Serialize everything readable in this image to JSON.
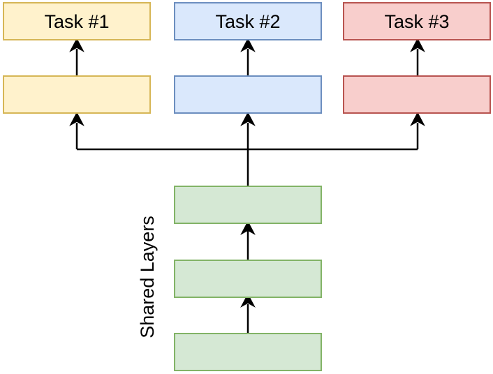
{
  "diagram": {
    "tasks": [
      {
        "label": "Task #1",
        "fill": "#fff2cc",
        "stroke": "#d6b656"
      },
      {
        "label": "Task #2",
        "fill": "#dae8fc",
        "stroke": "#6c8ebf"
      },
      {
        "label": "Task #3",
        "fill": "#f8cecc",
        "stroke": "#b85450"
      }
    ],
    "shared": {
      "label": "Shared Layers",
      "fill": "#d5e8d4",
      "stroke": "#82b366"
    },
    "edge_color": "#000000"
  }
}
